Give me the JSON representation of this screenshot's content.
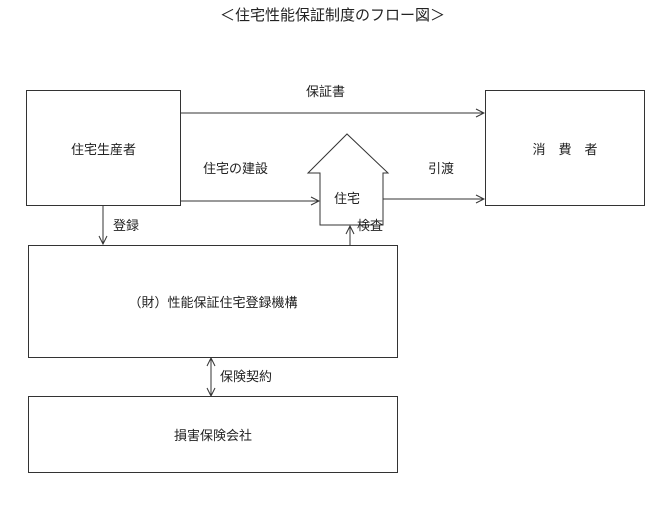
{
  "title": "＜住宅性能保証制度のフロー図＞",
  "nodes": {
    "producer": "住宅生産者",
    "consumer": "消　費　者",
    "house": "住宅",
    "registry": "（財）性能保証住宅登録機構",
    "insurer": "損害保険会社"
  },
  "edges": {
    "warranty": "保証書",
    "construction": "住宅の建設",
    "delivery": "引渡",
    "registration": "登録",
    "inspection": "検査",
    "insurance_contract": "保険契約"
  }
}
